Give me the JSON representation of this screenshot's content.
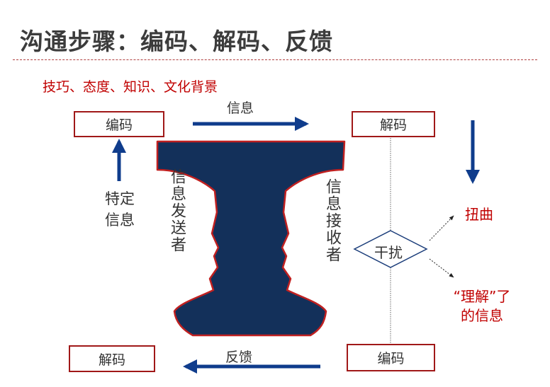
{
  "title": "沟通步骤：编码、解码、反馈",
  "subtitle": "技巧、态度、知识、文化背景",
  "boxes": {
    "encode_top": "编码",
    "decode_top": "解码",
    "decode_bottom": "解码",
    "encode_bottom": "编码"
  },
  "labels": {
    "message": "信息",
    "feedback": "反馈",
    "specific_info_line1": "特定",
    "specific_info_line2": "信息",
    "sender": "信息发送者",
    "receiver": "信息接收者",
    "noise": "干扰",
    "distortion": "扭曲",
    "understood_line1": "“理解”了",
    "understood_line2": "的信息"
  },
  "colors": {
    "accent_red": "#c00000",
    "box_border": "#a01818",
    "arrow_blue": "#0f3c8c",
    "vase_fill": "#13305a"
  }
}
